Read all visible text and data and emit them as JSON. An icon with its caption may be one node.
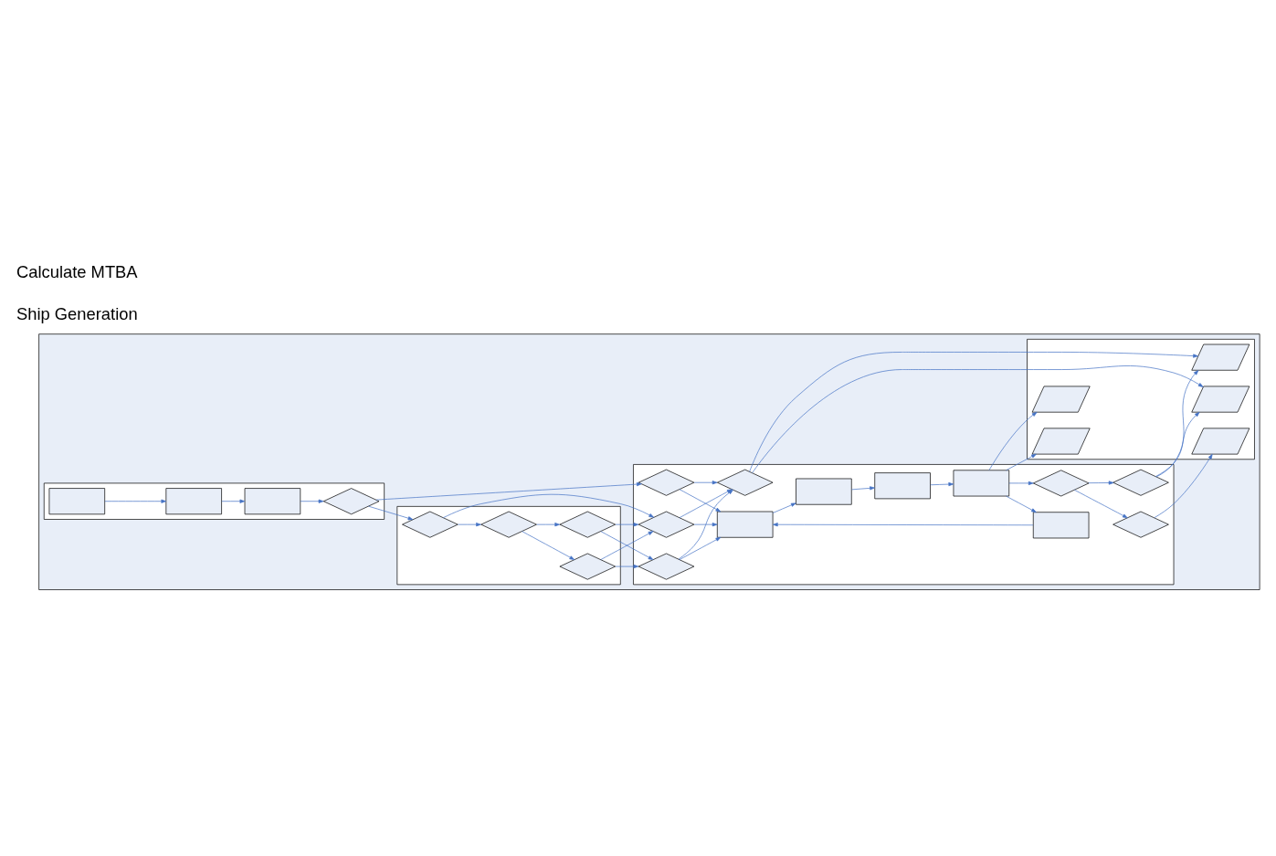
{
  "diagram": {
    "nodes": [
      {
        "text": [],
        "shape": "box"
      },
      {
        "text": [],
        "shape": "band",
        "in": 0
      },
      {
        "text": [],
        "shape": "band",
        "in": 0
      },
      {
        "text": [],
        "shape": "band",
        "in": 0
      },
      {
        "text": [],
        "shape": "band",
        "in": 0
      },
      {
        "text": [],
        "shape": "box",
        "in": 1
      },
      {
        "text": [],
        "shape": "box",
        "in": 1
      },
      {
        "text": [],
        "shape": "box",
        "in": 1
      },
      {
        "text": [],
        "shape": "diamond",
        "in": 1
      },
      {
        "text": [],
        "shape": "diamond",
        "in": 2
      },
      {
        "text": [],
        "shape": "diamond",
        "in": 2
      },
      {
        "text": [],
        "shape": "diamond",
        "in": 2
      },
      {
        "text": [],
        "shape": "diamond",
        "in": 2
      },
      {
        "text": [],
        "shape": "diamond",
        "in": 3
      },
      {
        "text": [],
        "shape": "diamond",
        "in": 3
      },
      {
        "text": [],
        "shape": "diamond",
        "in": 3
      },
      {
        "text": [],
        "shape": "diamond",
        "in": 3
      },
      {
        "text": [],
        "shape": "box",
        "in": 3
      },
      {
        "text": [],
        "shape": "box",
        "in": 3
      },
      {
        "text": [],
        "shape": "box",
        "in": 3
      },
      {
        "text": [],
        "shape": "box",
        "in": 3
      },
      {
        "text": [],
        "shape": "box",
        "in": 3
      },
      {
        "text": [],
        "shape": "diamond",
        "in": 3
      },
      {
        "text": [],
        "shape": "diamond",
        "in": 3
      },
      {
        "text": [],
        "shape": "diamond",
        "in": 3
      },
      {
        "text": [],
        "shape": "parallelogram",
        "in": 4
      },
      {
        "text": [],
        "shape": "parallelogram",
        "in": 4
      },
      {
        "text": [],
        "shape": "parallelogram",
        "in": 4
      },
      {
        "text": [],
        "shape": "parallelogram",
        "in": 4
      },
      {
        "text": [],
        "shape": "parallelogram",
        "in": 4
      }
    ],
    "edges": [
      {
        "from": 5,
        "to": 6,
        "arrow": "to"
      },
      {
        "from": 6,
        "to": 7,
        "arrow": "to"
      },
      {
        "from": 7,
        "to": 8,
        "arrow": "to"
      },
      {
        "from": 8,
        "to": 13,
        "arrow": "to"
      },
      {
        "from": 8,
        "to": 9,
        "arrow": "to"
      },
      {
        "from": 9,
        "to": 10,
        "arrow": "to"
      },
      {
        "from": 10,
        "to": 11,
        "arrow": "to"
      },
      {
        "from": 9,
        "to": 15,
        "arrow": "to"
      },
      {
        "from": 11,
        "to": 15,
        "arrow": "to"
      },
      {
        "from": 10,
        "to": 12,
        "arrow": "to"
      },
      {
        "from": 12,
        "to": 15,
        "arrow": "to"
      },
      {
        "from": 12,
        "to": 16,
        "arrow": "to"
      },
      {
        "from": 11,
        "to": 16,
        "arrow": "to"
      },
      {
        "from": 13,
        "to": 14,
        "arrow": "to"
      },
      {
        "from": 15,
        "to": 14,
        "arrow": "to"
      },
      {
        "from": 16,
        "to": 14,
        "arrow": "to"
      },
      {
        "from": 13,
        "to": 17,
        "arrow": "to"
      },
      {
        "from": 15,
        "to": 17,
        "arrow": "to"
      },
      {
        "from": 16,
        "to": 17,
        "arrow": "to"
      },
      {
        "from": 14,
        "to": 25,
        "arrow": "to"
      },
      {
        "from": 14,
        "to": 26,
        "arrow": "to"
      },
      {
        "from": 17,
        "to": 18,
        "arrow": "to"
      },
      {
        "from": 18,
        "to": 20,
        "arrow": "to"
      },
      {
        "from": 20,
        "to": 21,
        "arrow": "to"
      },
      {
        "from": 21,
        "to": 19,
        "arrow": "to"
      },
      {
        "from": 19,
        "to": 17,
        "arrow": "to"
      },
      {
        "from": 21,
        "to": 27,
        "arrow": "to"
      },
      {
        "from": 21,
        "to": 28,
        "arrow": "to"
      },
      {
        "from": 21,
        "to": 22,
        "arrow": "to"
      },
      {
        "from": 22,
        "to": 23,
        "arrow": "to"
      },
      {
        "from": 23,
        "to": 25,
        "arrow": "to"
      },
      {
        "from": 23,
        "to": 26,
        "arrow": "to"
      },
      {
        "from": 22,
        "to": 24,
        "arrow": "to"
      },
      {
        "from": 24,
        "to": 29,
        "arrow": "to"
      }
    ],
    "labels": [
      "Ship Generation",
      "Calculate MTBA"
    ]
  }
}
